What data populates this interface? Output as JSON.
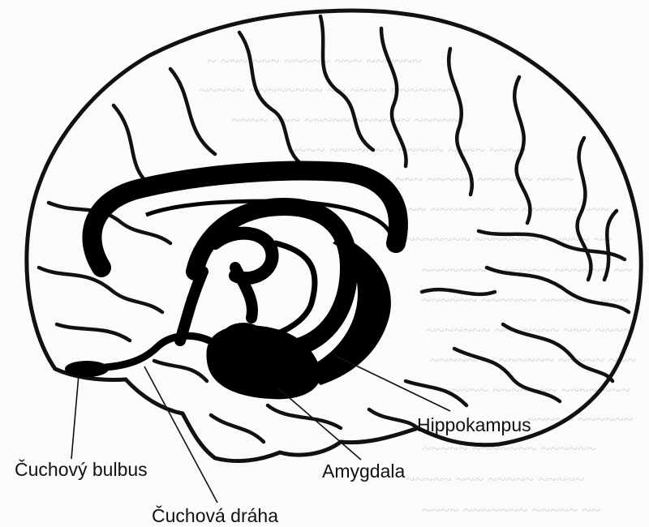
{
  "labels": {
    "olfactory_bulb": "Čuchový bulbus",
    "olfactory_tract": "Čuchová dráha",
    "amygdala": "Amygdala",
    "hippocampus": "Hippokampus"
  },
  "colors": {
    "ink": "#000000",
    "outline": "#111111",
    "label_text": "#111111",
    "background": "#fbfbfb",
    "bleed_text": "#d7d7d7"
  }
}
